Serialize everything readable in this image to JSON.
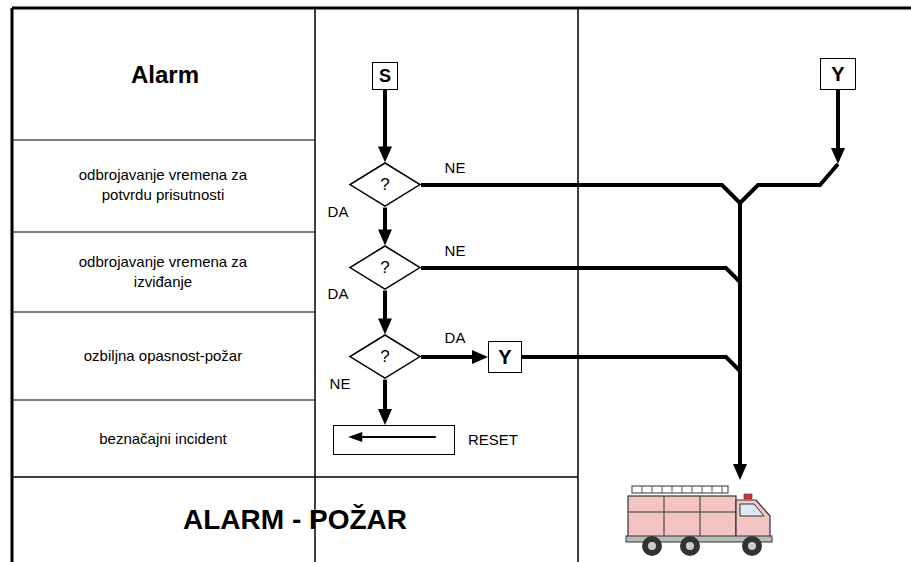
{
  "diagram": {
    "nodes": [
      {
        "text": [
          "S"
        ]
      },
      {
        "text": [
          "?"
        ]
      },
      {
        "text": [
          "?"
        ]
      },
      {
        "text": [
          "?"
        ]
      },
      {
        "text": [
          "Y"
        ]
      },
      {
        "text": [
          "RESET"
        ]
      },
      {
        "text": [
          "Y"
        ]
      }
    ],
    "edges": [
      {
        "from": 0,
        "to": 1,
        "arrow": "to"
      },
      {
        "from": 1,
        "to": 2,
        "label": "DA",
        "arrow": "to"
      },
      {
        "from": 2,
        "to": 3,
        "label": "DA",
        "arrow": "to"
      },
      {
        "from": 3,
        "to": 4,
        "label": "DA",
        "arrow": "to"
      },
      {
        "from": 3,
        "to": 5,
        "label": "NE",
        "arrow": "to"
      }
    ],
    "labels": [
      "Alarm",
      "odbrojavanje vremena za potvrdu prisutnosti",
      "odbrojavanje vremena za izviđanje",
      "ozbiljna opasnost-požar",
      "beznačajni incident",
      "ALARM - POŽAR",
      "NE",
      "NE"
    ]
  }
}
